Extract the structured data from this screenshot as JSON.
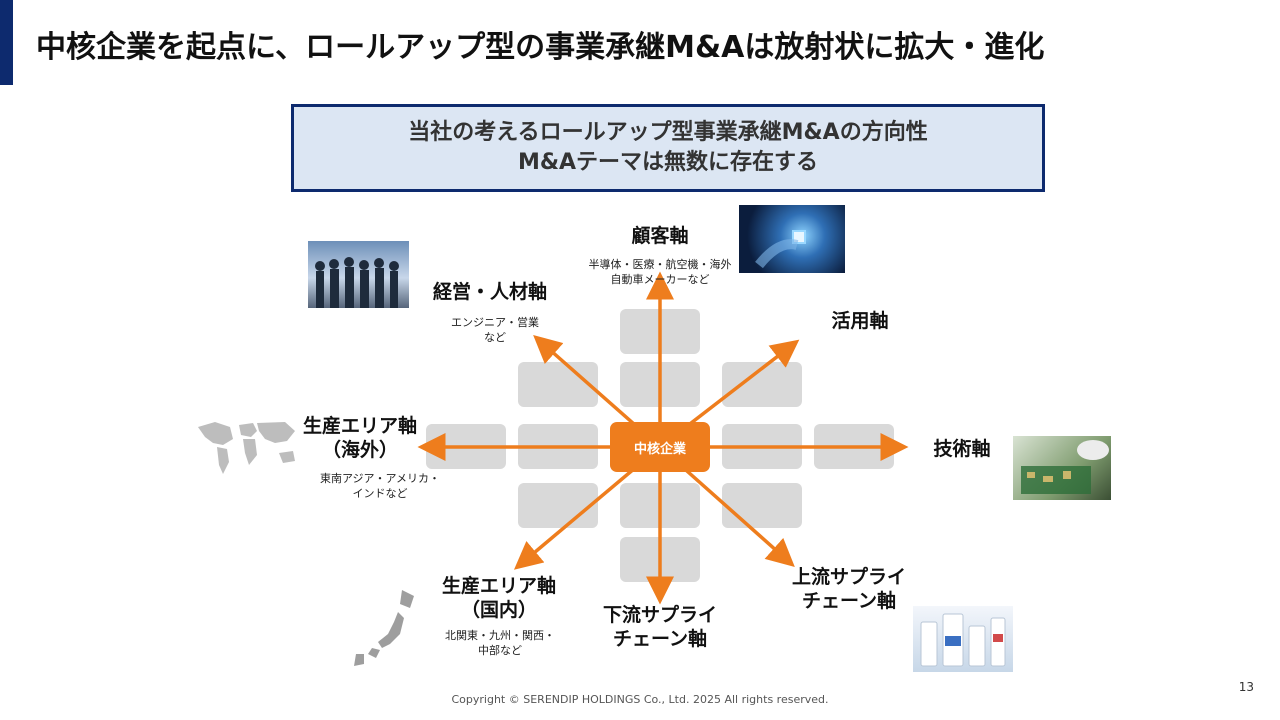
{
  "title": "中核企業を起点に、ロールアップ型の事業承継M&Aは放射状に拡大・進化",
  "header_box": {
    "line1": "当社の考えるロールアップ型事業承継M&Aの方向性",
    "line2": "M&Aテーマは無数に存在する"
  },
  "center_label": "中核企業",
  "axes": {
    "customer": {
      "title": "顧客軸",
      "sub1": "半導体・医療・航空機・海外",
      "sub2": "自動車メーカーなど"
    },
    "management": {
      "title": "経営・人材軸",
      "sub1": "エンジニア・営業",
      "sub2": "など"
    },
    "application": {
      "title": "活用軸"
    },
    "overseas": {
      "title1": "生産エリア軸",
      "title2": "（海外）",
      "sub1": "東南アジア・アメリカ・",
      "sub2": "インドなど"
    },
    "technology": {
      "title": "技術軸"
    },
    "domestic": {
      "title1": "生産エリア軸",
      "title2": "（国内）",
      "sub1": "北関東・九州・関西・",
      "sub2": "中部など"
    },
    "downstream": {
      "title1": "下流サプライ",
      "title2": "チェーン軸"
    },
    "upstream": {
      "title1": "上流サプライ",
      "title2": "チェーン軸"
    }
  },
  "footer": "Copyright © SERENDIP HOLDINGS Co., Ltd.  2025 All rights reserved.",
  "page_number": "13",
  "colors": {
    "accent": "#0d2a6e",
    "arrow": "#ee7d1d",
    "tile": "#d9d9d9",
    "header_bg": "#dce6f3"
  }
}
